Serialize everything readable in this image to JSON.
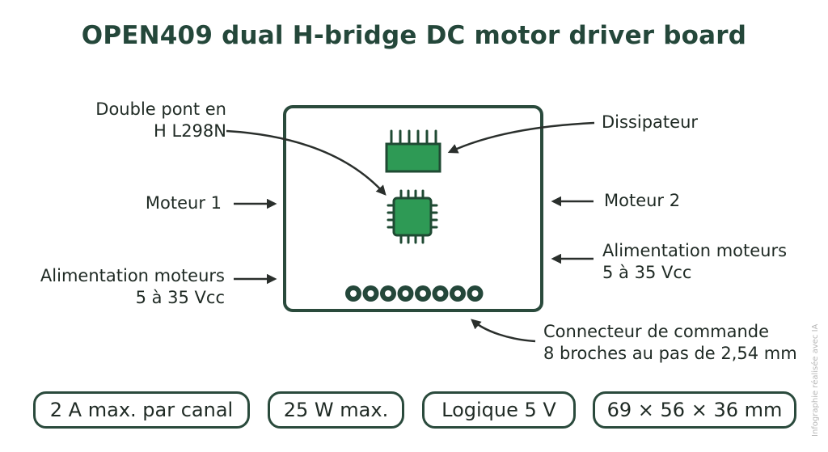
{
  "title": "OPEN409 dual H-bridge DC motor driver board",
  "labels": {
    "hbridge": [
      "Double pont en",
      "H L298N"
    ],
    "heatsink": "Dissipateur",
    "motor1": "Moteur 1",
    "motor2": "Moteur 2",
    "power_left": [
      "Alimentation moteurs",
      "5 à 35 Vcc"
    ],
    "power_right": [
      "Alimentation moteurs",
      "5 à 35 Vcc"
    ],
    "connector": [
      "Connecteur de commande",
      "8 broches au pas de 2,54 mm"
    ]
  },
  "specs": [
    "2 A max. par canal",
    "25 W max.",
    "Logique 5 V",
    "69 × 56 × 36 mm"
  ],
  "credit": "Infographie réalisée avec IA",
  "connector_pin_count": 8,
  "colors": {
    "outline": "#2a4a3c",
    "title": "#24473a",
    "chip_fill": "#2e9a55",
    "chip_outline": "#1f4a33",
    "pin_fill": "#24473a"
  }
}
